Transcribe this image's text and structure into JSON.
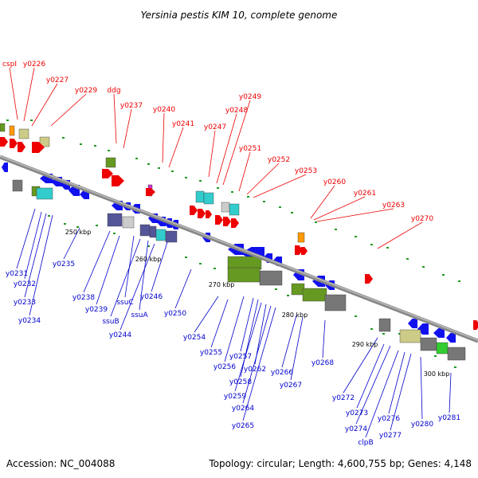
{
  "title": "Yersinia pestis KIM 10, complete genome",
  "accession": "Accession: NC_004088",
  "summary": "Topology: circular; Length: 4,600,755 bp; Genes: 4,148",
  "colors": {
    "label_top": "#ee0000",
    "label_bottom": "#0000cc",
    "backbone": "#999999",
    "forward_arrow": "#ee0000",
    "reverse_arrow": "#1111ee",
    "magenta_feature": "#cc33cc",
    "orange_feature": "#ff9900",
    "cyan_feature": "#33cccc",
    "olive_feature": "#669922",
    "khaki_feature": "#cccc88",
    "gray_feature": "#777777",
    "navy_feature": "#555599",
    "green_feature": "#33cc33",
    "tick_dot": "#229922"
  },
  "ticks": [
    "250 kbp",
    "260 kbp",
    "270 kbp",
    "280 kbp",
    "290 kbp",
    "300 kbp"
  ],
  "top_labels": [
    "cspI",
    "y0226",
    "y0227",
    "y0229",
    "ddg",
    "y0237",
    "y0240",
    "y0241",
    "y0247",
    "y0248",
    "y0249",
    "y0251",
    "y0252",
    "y0253",
    "y0260",
    "y0261",
    "y0263",
    "y0270"
  ],
  "bottom_labels": [
    "y0231",
    "y0232",
    "y0233",
    "y0234",
    "y0235",
    "y0238",
    "y0239",
    "ssuC",
    "ssuB",
    "ssuA",
    "y0244",
    "y0246",
    "y0250",
    "y0254",
    "y0255",
    "y0256",
    "y0257",
    "y0258",
    "y0259",
    "y0262",
    "y0264",
    "y0265",
    "y0266",
    "y0267",
    "y0268",
    "y0272",
    "y0273",
    "y0274",
    "clpB",
    "y0276",
    "y0277",
    "y0280",
    "y0281"
  ]
}
